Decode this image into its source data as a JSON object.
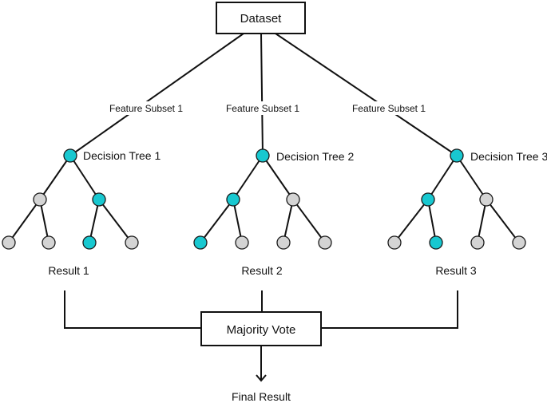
{
  "colors": {
    "highlight_node": "#18c8d0",
    "default_node": "#d4d4d4",
    "line": "#111111"
  },
  "dataset_label": "Dataset",
  "feature_subsets": [
    "Feature Subset 1",
    "Feature Subset 1",
    "Feature Subset 1"
  ],
  "trees": [
    {
      "label": "Decision Tree 1",
      "root": "highlight",
      "level1": [
        "default",
        "highlight"
      ],
      "leaves": [
        "default",
        "default",
        "highlight",
        "default"
      ],
      "result": "Result 1"
    },
    {
      "label": "Decision Tree 2",
      "root": "highlight",
      "level1": [
        "highlight",
        "default"
      ],
      "leaves": [
        "highlight",
        "default",
        "default",
        "default"
      ],
      "result": "Result 2"
    },
    {
      "label": "Decision Tree 3",
      "root": "highlight",
      "level1": [
        "highlight",
        "default"
      ],
      "leaves": [
        "default",
        "highlight",
        "default",
        "default"
      ],
      "result": "Result 3"
    }
  ],
  "majority_vote_label": "Majority Vote",
  "final_result_label": "Final Result"
}
